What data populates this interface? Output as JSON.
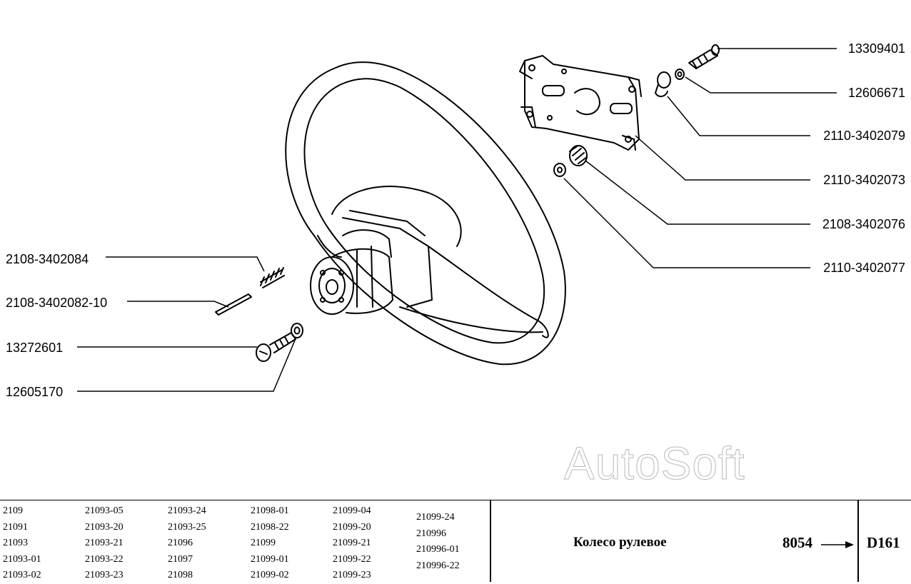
{
  "diagram": {
    "callouts_right": [
      "13309401",
      "12606671",
      "2110-3402079",
      "2110-3402073",
      "2108-3402076",
      "2110-3402077"
    ],
    "callouts_left": [
      "2108-3402084",
      "2108-3402082-10",
      "13272601",
      "12605170"
    ],
    "watermark": "AutoSoft"
  },
  "footer": {
    "models": [
      [
        "2109",
        "21091",
        "21093",
        "21093-01",
        "21093-02"
      ],
      [
        "21093-05",
        "21093-20",
        "21093-21",
        "21093-22",
        "21093-23"
      ],
      [
        "21093-24",
        "21093-25",
        "21096",
        "21097",
        "21098"
      ],
      [
        "21098-01",
        "21098-22",
        "21099",
        "21099-01",
        "21099-02"
      ],
      [
        "21099-04",
        "21099-20",
        "21099-21",
        "21099-22",
        "21099-23"
      ],
      [
        "21099-24",
        "210996",
        "210996-01",
        "210996-22"
      ]
    ],
    "title": "Колесо рулевое",
    "code": "8054",
    "page_id": "D161"
  }
}
